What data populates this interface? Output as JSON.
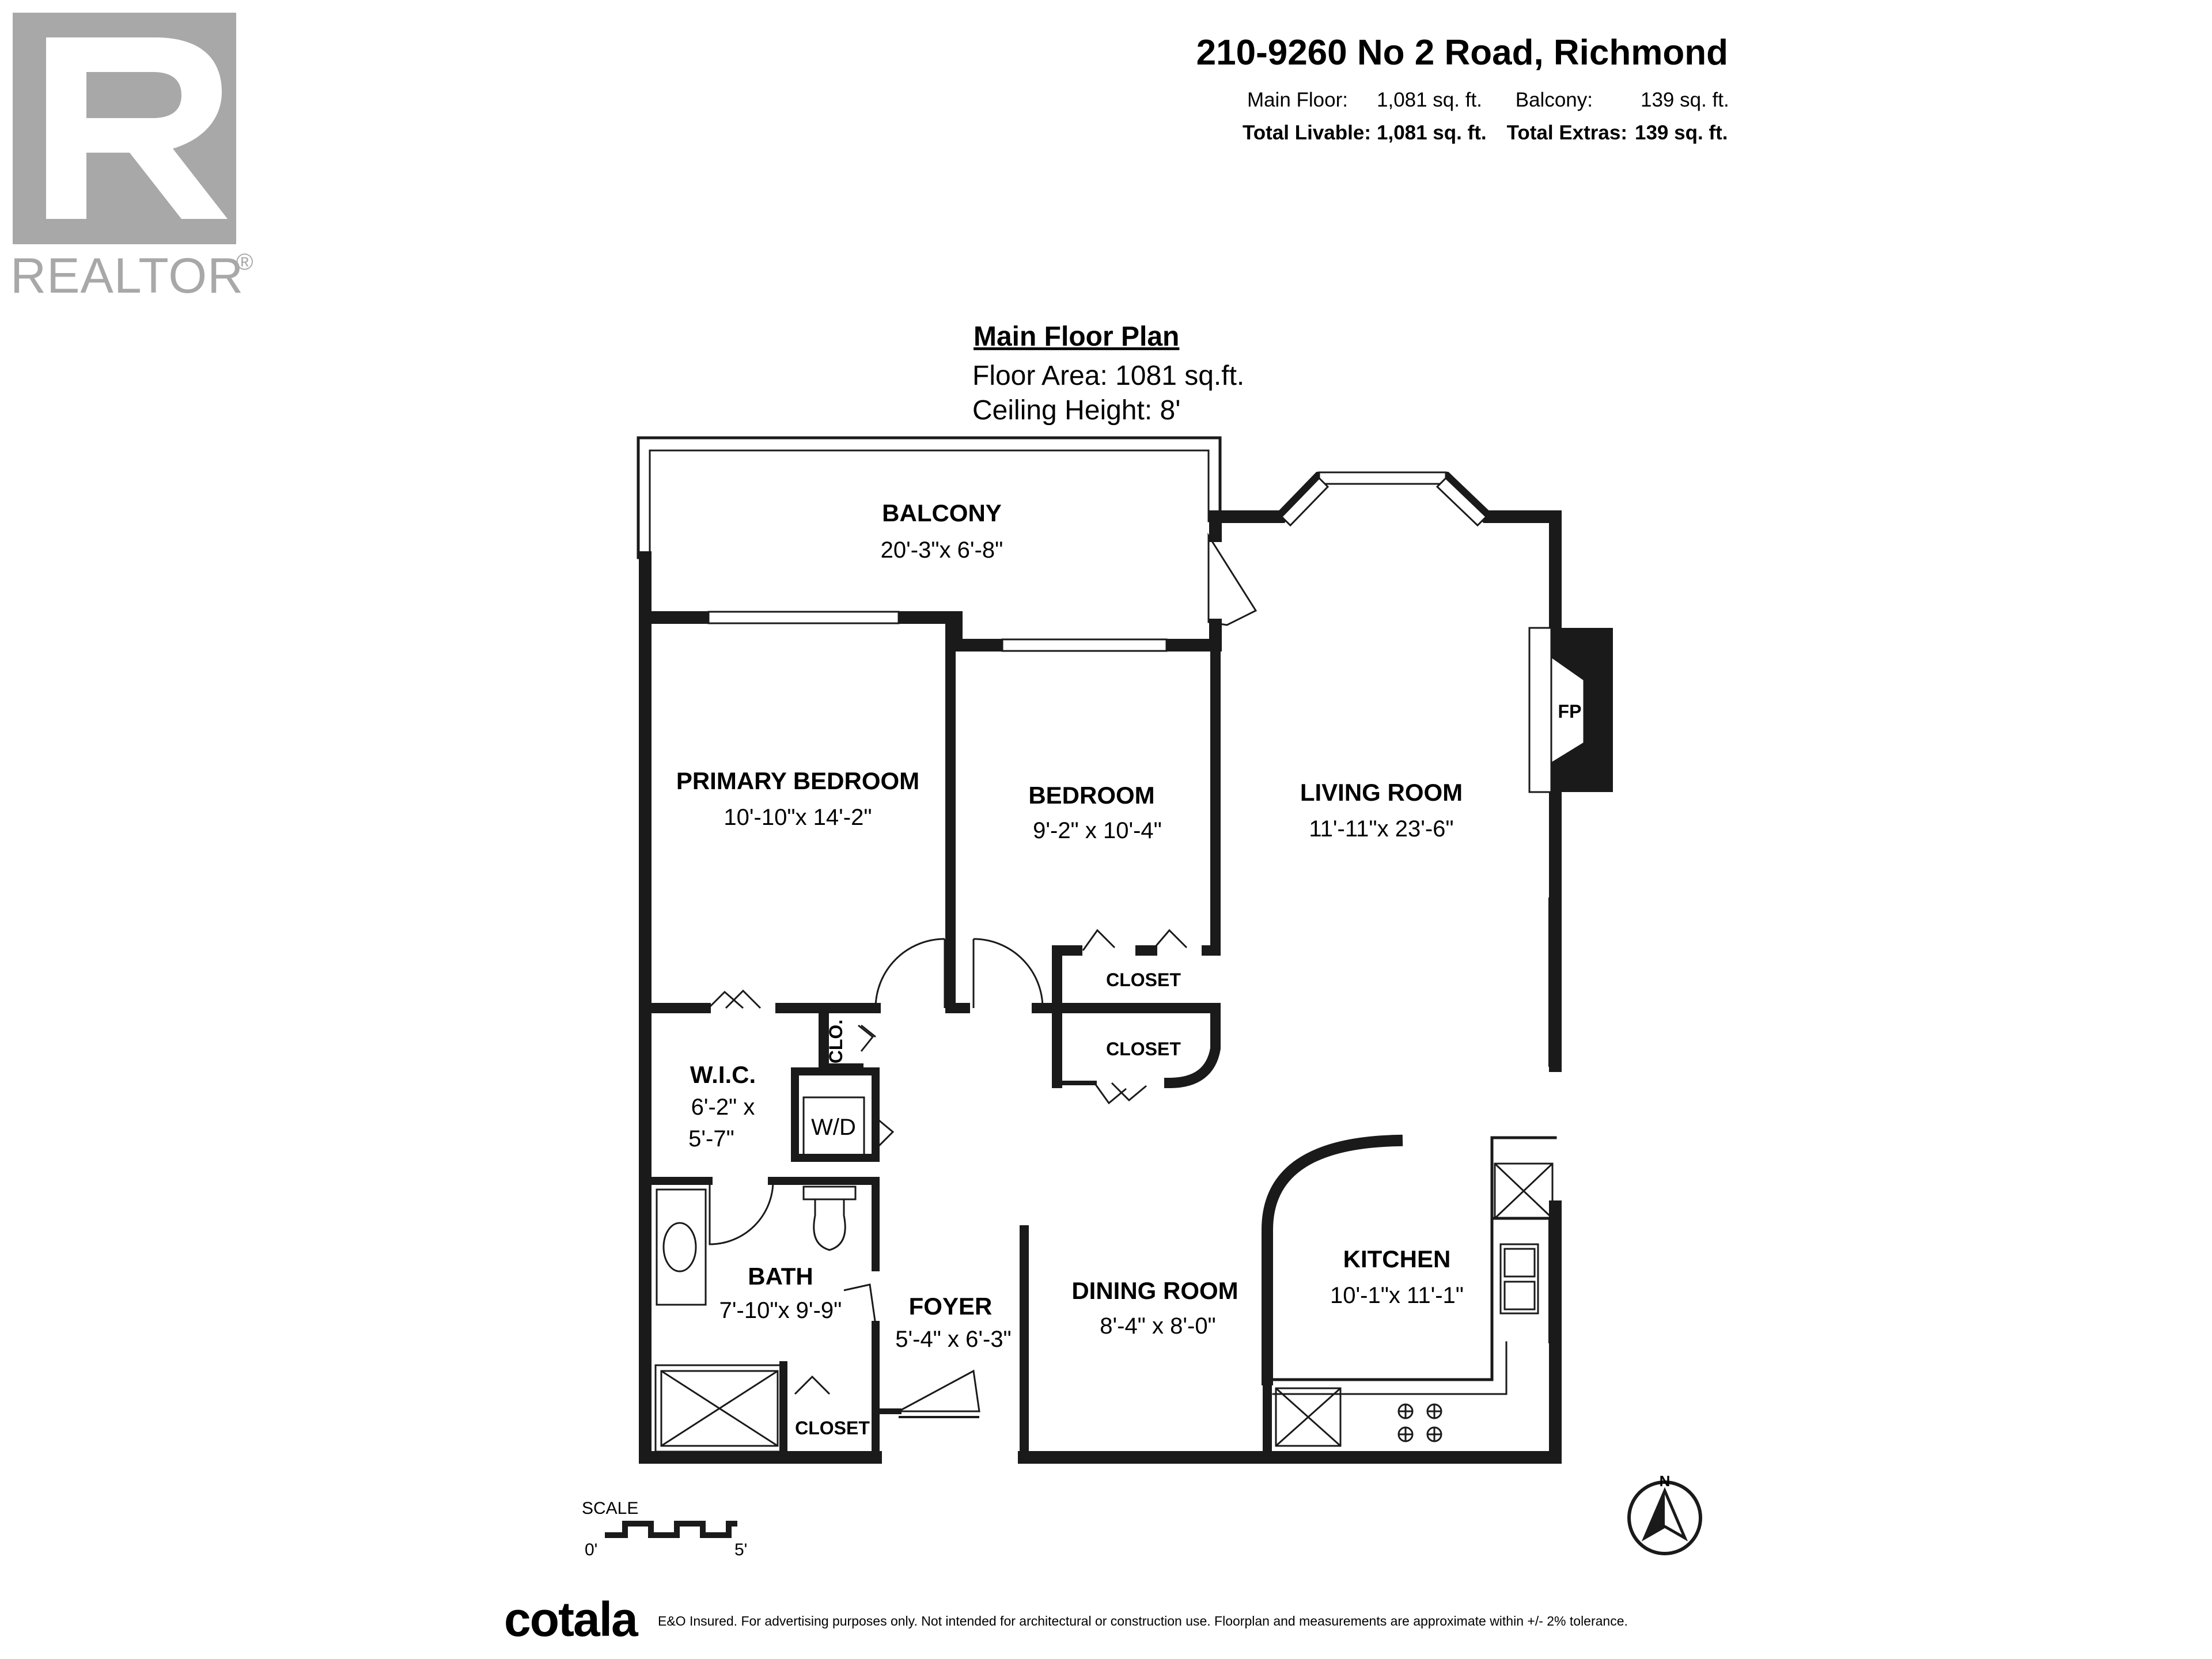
{
  "header": {
    "address": "210-9260 No 2 Road, Richmond",
    "main_floor_label": "Main Floor:",
    "main_floor_value": "1,081 sq. ft.",
    "balcony_label": "Balcony:",
    "balcony_value": "139 sq. ft.",
    "total_livable_label": "Total Livable:",
    "total_livable_value": "1,081 sq. ft.",
    "total_extras_label": "Total Extras:",
    "total_extras_value": "139 sq. ft."
  },
  "logo": {
    "realtor_text": "REALTOR",
    "registered_mark": "®",
    "color": "#a8a8a8"
  },
  "plan": {
    "title": "Main Floor Plan",
    "floor_area": "Floor Area: 1081 sq.ft.",
    "ceiling_height": "Ceiling Height: 8'"
  },
  "rooms": {
    "balcony": {
      "name": "BALCONY",
      "dims": "20'-3\"x  6'-8\""
    },
    "primary_bedroom": {
      "name": "PRIMARY BEDROOM",
      "dims": "10'-10\"x 14'-2\""
    },
    "bedroom": {
      "name": "BEDROOM",
      "dims": "9'-2\"  x 10'-4\""
    },
    "living_room": {
      "name": "LIVING ROOM",
      "dims": "11'-11\"x 23'-6\""
    },
    "closet_bedroom": {
      "name": "CLOSET"
    },
    "closet_hall": {
      "name": "CLOSET"
    },
    "clo": {
      "name": "CLO."
    },
    "wic": {
      "name": "W.I.C.",
      "dims_line1": "6'-2\"  x",
      "dims_line2": "5'-7\""
    },
    "wd": {
      "name": "W/D"
    },
    "bath": {
      "name": "BATH",
      "dims": "7'-10\"x  9'-9\""
    },
    "foyer": {
      "name": "FOYER",
      "dims": "5'-4\"  x  6'-3\""
    },
    "dining_room": {
      "name": "DINING ROOM",
      "dims": "8'-4\"  x  8'-0\""
    },
    "kitchen": {
      "name": "KITCHEN",
      "dims": "10'-1\"x 11'-1\""
    },
    "closet_bath": {
      "name": "CLOSET"
    },
    "fireplace": {
      "name": "FP"
    }
  },
  "scale": {
    "label": "SCALE",
    "start": "0'",
    "end": "5'"
  },
  "compass": {
    "north": "N"
  },
  "footer": {
    "brand": "cotala",
    "disclaimer": "E&O Insured. For advertising purposes only. Not intended for architectural or construction use. Floorplan and measurements are approximate within +/- 2% tolerance."
  },
  "colors": {
    "wall": "#1a1a1a",
    "text": "#1a1a1a",
    "logo_gray": "#a8a8a8"
  }
}
